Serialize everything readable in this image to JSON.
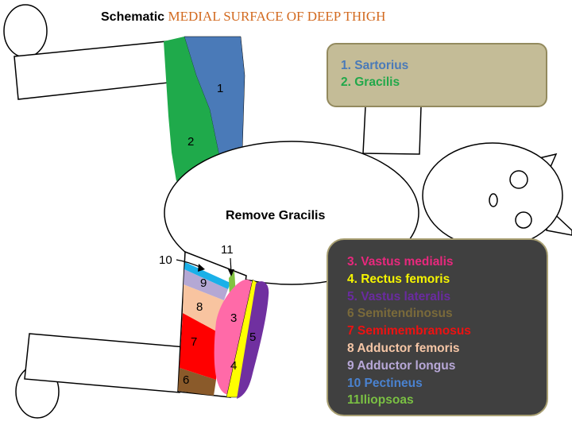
{
  "title": {
    "prefix": "Schematic",
    "main": "MEDIAL SURFACE OF DEEP THIGH",
    "prefix_color": "#000000",
    "main_color": "#d2691e"
  },
  "center_text": "Remove Gracilis",
  "legend_top": [
    {
      "label": "1. Sartorius",
      "color": "#4a7ab8"
    },
    {
      "label": "2. Gracilis",
      "color": "#21a84a"
    }
  ],
  "legend_bottom": [
    {
      "label": "3. Vastus medialis",
      "color": "#e8287d"
    },
    {
      "label": "4. Rectus femoris",
      "color": "#f5f500"
    },
    {
      "label": "5. Vastus lateralis",
      "color": "#6a2ba0"
    },
    {
      "label": "6 Semitendinosus",
      "color": "#7a6a3a"
    },
    {
      "label": "7 Semimembranosus",
      "color": "#ee1111"
    },
    {
      "label": "8 Adductor femoris",
      "color": "#f6c6a6"
    },
    {
      "label": "9 Adductor longus",
      "color": "#b8a8d8"
    },
    {
      "label": "10 Pectineus",
      "color": "#4a82d0"
    },
    {
      "label": "11Iliopsoas",
      "color": "#7ac043"
    }
  ],
  "muscle_labels": {
    "n1": "1",
    "n2": "2",
    "n3": "3",
    "n4": "4",
    "n5": "5",
    "n6": "6",
    "n7": "7",
    "n8": "8",
    "n9": "9",
    "n10": "10",
    "n11": "11"
  },
  "colors": {
    "sartorius": "#4a7ab8",
    "gracilis": "#1faa4b",
    "vastus_medialis": "#ff6aa8",
    "rectus_femoris": "#ffff00",
    "vastus_lateralis": "#7030a0",
    "semitendinosus": "#8a5a2a",
    "semimembranosus": "#ff0000",
    "adductor_femoris": "#f8c4a0",
    "adductor_longus": "#b4a8d4",
    "pectineus": "#1ab0e8",
    "iliopsoas": "#82c341"
  }
}
